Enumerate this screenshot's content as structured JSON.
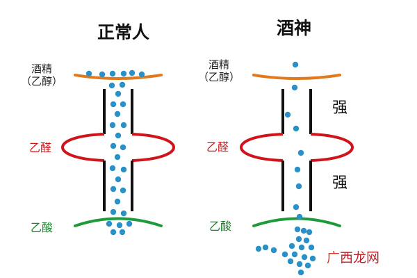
{
  "left_panel": {
    "title": "正常人"
  },
  "right_panel": {
    "title": "酒神"
  },
  "labels": {
    "alcohol_line1": "酒精",
    "alcohol_line2": "（乙醇）",
    "acetaldehyde": "乙醛",
    "acetic_acid": "乙酸",
    "strong": "强"
  },
  "watermark": {
    "mark": "广",
    "text": "西龙网"
  },
  "colors": {
    "alcohol_stage": "#e07a1c",
    "acetaldehyde_stage": "#d0141c",
    "acetic_stage": "#1f9a3a",
    "wall": "#111111",
    "molecule": "#2a90c8"
  }
}
